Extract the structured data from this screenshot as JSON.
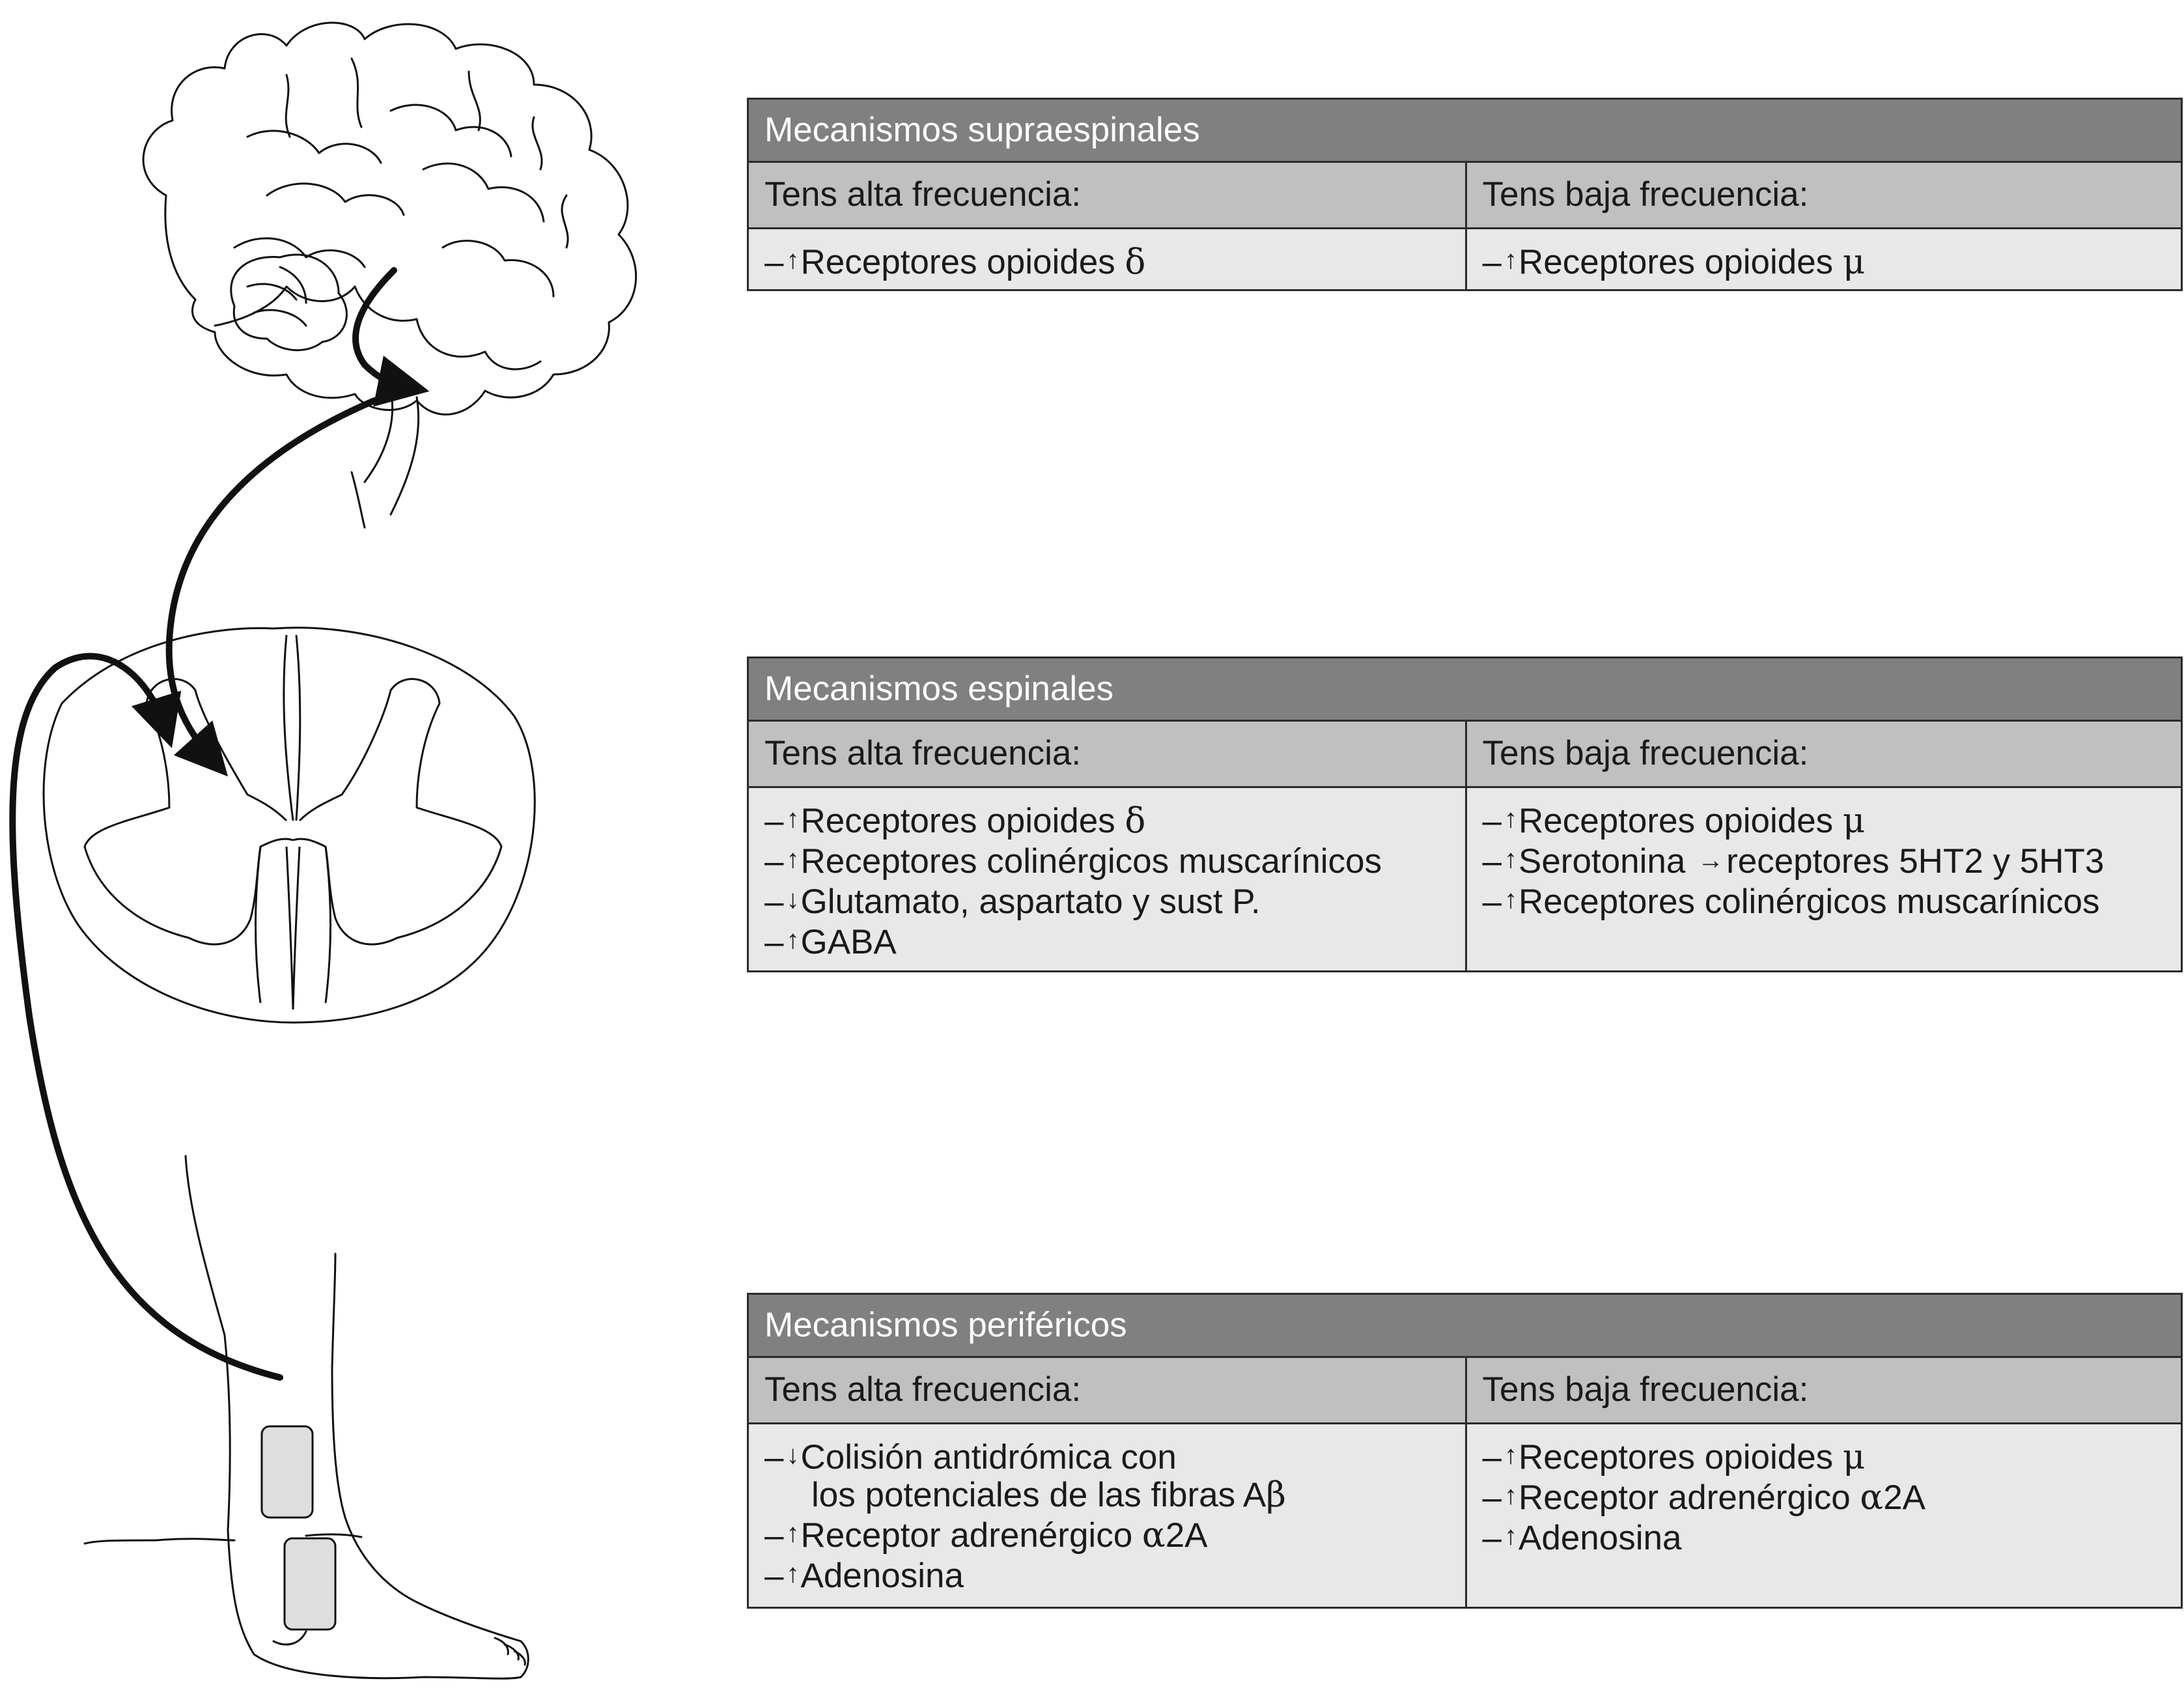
{
  "panels": [
    {
      "title": "Mecanismos supraespinales",
      "col_left": "Tens alta frecuencia:",
      "col_right": "Tens baja frecuencia:",
      "left": [
        {
          "dash": "–",
          "arrow": "↑",
          "text": "Receptores opioides ",
          "greek": "δ"
        }
      ],
      "right": [
        {
          "dash": "–",
          "arrow": "↑",
          "text": "Receptores opioides ",
          "greek": "μ"
        }
      ]
    },
    {
      "title": "Mecanismos espinales",
      "col_left": "Tens alta frecuencia:",
      "col_right": "Tens baja frecuencia:",
      "left": [
        {
          "dash": "–",
          "arrow": "↑",
          "text": "Receptores opioides ",
          "greek": "δ"
        },
        {
          "dash": "–",
          "arrow": "↑",
          "text": "Receptores colinérgicos muscarínicos"
        },
        {
          "dash": "–",
          "arrow": "↓",
          "text": "Glutamato, aspartato y sust P."
        },
        {
          "dash": "–",
          "arrow": "↑",
          "text": "GABA"
        }
      ],
      "right": [
        {
          "dash": "–",
          "arrow": "↑",
          "text": "Receptores opioides ",
          "greek": "μ"
        },
        {
          "dash": "–",
          "arrow": "↑",
          "text": "Serotonina ",
          "inline_arrow": "→",
          "text2": "receptores 5HT2 y 5HT3"
        },
        {
          "dash": "–",
          "arrow": "↑",
          "text": "Receptores colinérgicos muscarínicos"
        }
      ]
    },
    {
      "title": "Mecanismos periféricos",
      "col_left": "Tens alta frecuencia:",
      "col_right": "Tens baja frecuencia:",
      "left": [
        {
          "dash": "–",
          "arrow": "↓",
          "text": "Colisión antidrómica con"
        },
        {
          "text": "los potenciales de las fibras A",
          "greek": "β"
        },
        {
          "dash": "–",
          "arrow": "↑",
          "text": "Receptor adrenérgico ",
          "greek": "α",
          "text2": "2A"
        },
        {
          "dash": "–",
          "arrow": "↑",
          "text": "Adenosina"
        }
      ],
      "right": [
        {
          "dash": "–",
          "arrow": "↑",
          "text": "Receptores opioides ",
          "greek": "μ"
        },
        {
          "dash": "–",
          "arrow": "↑",
          "text": "Receptor adrenérgico ",
          "greek": "α",
          "text2": "2A"
        },
        {
          "dash": "–",
          "arrow": "↑",
          "text": "Adenosina"
        }
      ]
    }
  ]
}
